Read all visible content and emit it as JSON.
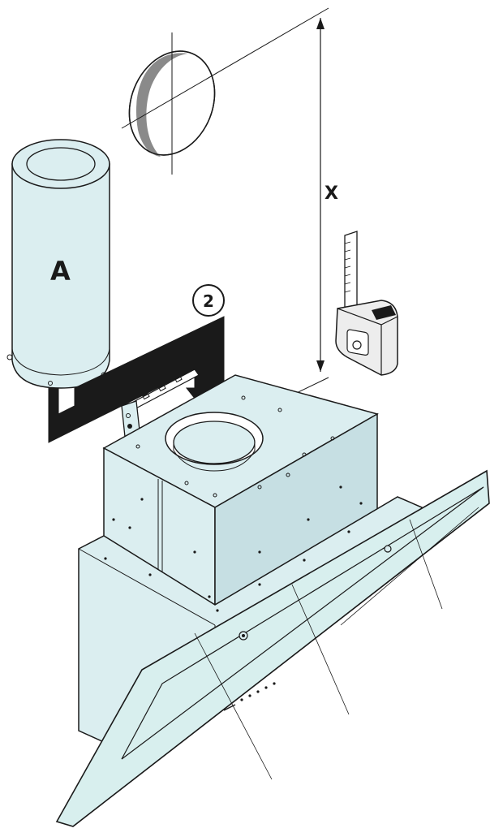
{
  "labels": {
    "chimney": "A",
    "step": "2",
    "distance": "X"
  },
  "colors": {
    "part_fill": "#dbeef0",
    "part_fill_dark": "#c6dfe3",
    "glass_fill": "#d8efee",
    "stroke": "#1a1a1a",
    "arrow": "#1a1a1a",
    "ceiling_shade": "#8a8a8a",
    "tape_body": "#ededed"
  }
}
